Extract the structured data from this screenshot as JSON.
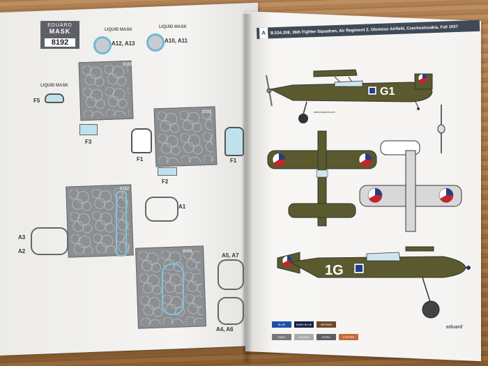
{
  "left_page": {
    "brand_line1": "EDUARD",
    "brand_line2": "MASK",
    "code": "8192",
    "liquid_mask_label": "LIQUID MASK",
    "parts": {
      "a12_a13": "A12, A13",
      "a10_a11": "A10, A11",
      "f5": "F5",
      "f3": "F3",
      "f1_left": "F1",
      "f1_right": "F1",
      "f2": "F2",
      "a1": "A1",
      "a3": "A3",
      "a2": "A2",
      "a5_a7": "A5, A7",
      "a4_a6": "A4, A6"
    },
    "sheet_codes": [
      "8192",
      "8192",
      "8192",
      "8192"
    ]
  },
  "right_page": {
    "section_letter": "A",
    "header": "B.534.208, 36th Fighter Squadron, Air Regiment 2, Olomouc Airfield, Czechoslovakia, Fall 1937",
    "aircraft_code_side": "G1",
    "aircraft_code_other": "1G",
    "caption": "www.eduard.com",
    "color_chips": [
      {
        "label": "BLUE",
        "color": "#1f4fa8"
      },
      {
        "label": "DARK BLUE",
        "color": "#13234a"
      },
      {
        "label": "BROWN",
        "color": "#6b4a2c"
      },
      {
        "label": "GRAY",
        "color": "#777a7d"
      },
      {
        "label": "SILVER",
        "color": "#a9abad"
      },
      {
        "label": "STEEL",
        "color": "#5a5d61"
      },
      {
        "label": "COPPER",
        "color": "#c56a38"
      }
    ],
    "logo": "eduard"
  },
  "colors": {
    "olive": "#5a5a2e",
    "roundel_red": "#c0262d",
    "roundel_blue": "#213f86",
    "mask_blue": "#7fc4e0"
  }
}
